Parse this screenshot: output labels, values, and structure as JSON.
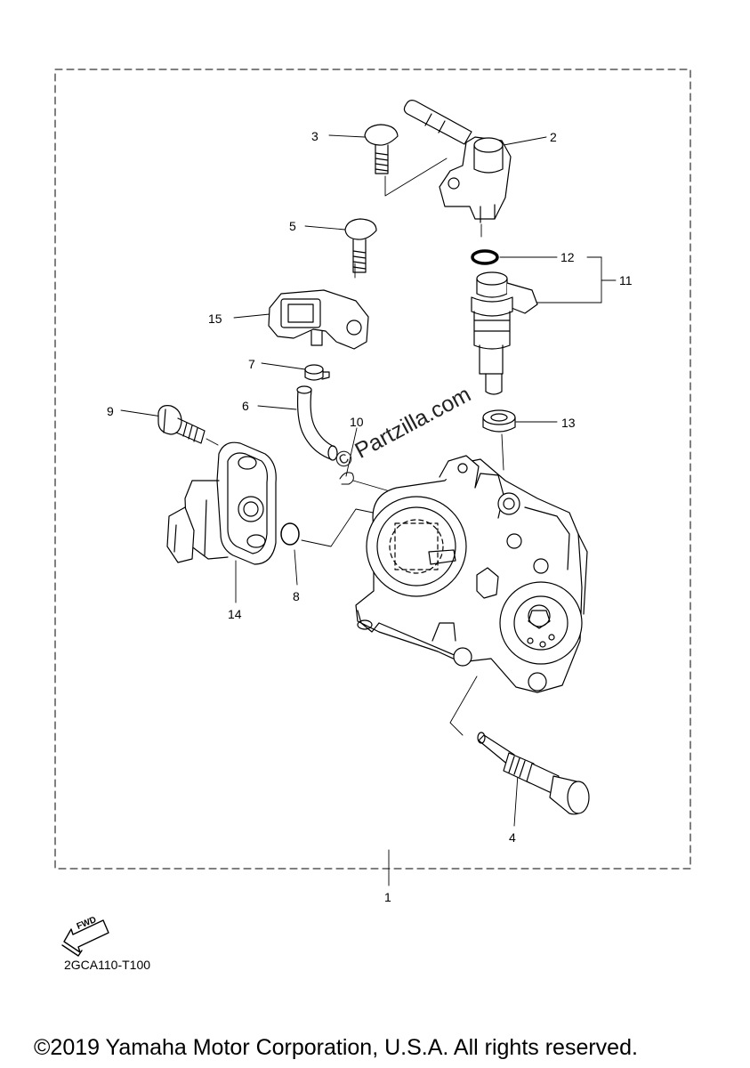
{
  "diagram": {
    "callouts": [
      {
        "num": "1",
        "part": "throttle-body-assembly"
      },
      {
        "num": "2",
        "part": "fuel-hose-joint"
      },
      {
        "num": "3",
        "part": "screw"
      },
      {
        "num": "4",
        "part": "idle-adjust-screw"
      },
      {
        "num": "5",
        "part": "screw"
      },
      {
        "num": "6",
        "part": "hose"
      },
      {
        "num": "7",
        "part": "clip"
      },
      {
        "num": "8",
        "part": "o-ring"
      },
      {
        "num": "9",
        "part": "screw"
      },
      {
        "num": "10",
        "part": "clip"
      },
      {
        "num": "11",
        "part": "fuel-injector-set"
      },
      {
        "num": "12",
        "part": "o-ring"
      },
      {
        "num": "13",
        "part": "grommet"
      },
      {
        "num": "14",
        "part": "throttle-position-sensor"
      },
      {
        "num": "15",
        "part": "intake-pressure-sensor"
      }
    ],
    "watermark": "© Partzilla.com",
    "fwd_label": "FWD",
    "diagram_code": "2GCA110-T100",
    "copyright": "©2019 Yamaha Motor Corporation, U.S.A. All rights reserved."
  },
  "icons": {
    "direction_arrow": "fwd-arrow-icon"
  }
}
